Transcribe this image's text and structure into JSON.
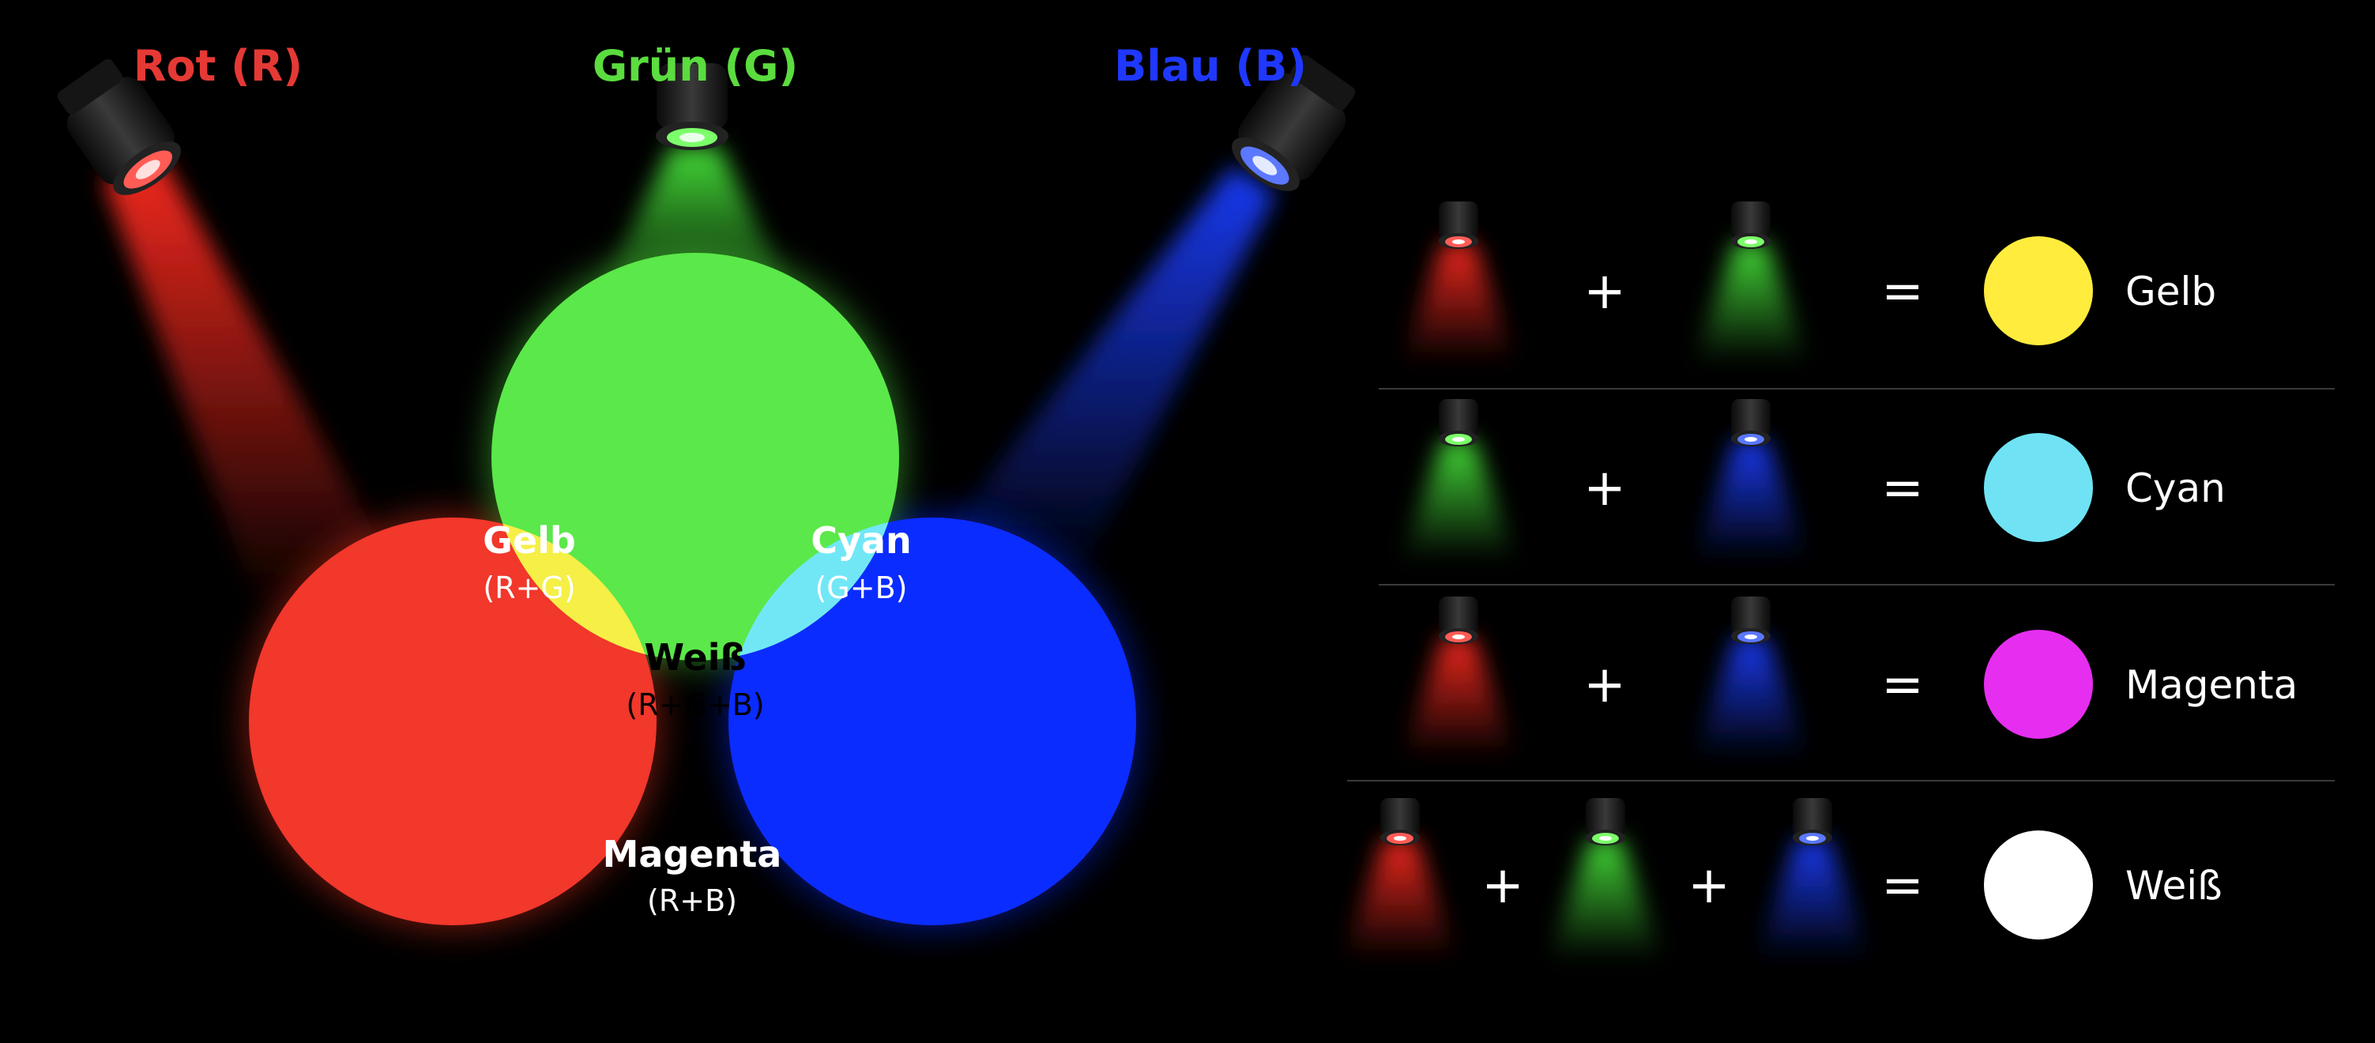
{
  "titles": [
    {
      "label": "Rot (R)",
      "color": "#e53935"
    },
    {
      "label": "Grün (G)",
      "color": "#5bdc3f"
    },
    {
      "label": "Blau (B)",
      "color": "#1f38ff"
    }
  ],
  "regions": {
    "yellow": {
      "name": "Gelb",
      "formula": "(R+G)"
    },
    "cyan": {
      "name": "Cyan",
      "formula": "(G+B)"
    },
    "white": {
      "name": "Weiß",
      "formula": "(R+G+B)"
    },
    "magenta": {
      "name": "Magenta",
      "formula": "(R+B)"
    }
  },
  "equations": [
    {
      "inputs": [
        "red",
        "green"
      ],
      "plus": "+",
      "equals": "=",
      "result": "Gelb",
      "result_color": "#ffec3d"
    },
    {
      "inputs": [
        "green",
        "blue"
      ],
      "plus": "+",
      "equals": "=",
      "result": "Cyan",
      "result_color": "#6fe3f4"
    },
    {
      "inputs": [
        "red",
        "blue"
      ],
      "plus": "+",
      "equals": "=",
      "result": "Magenta",
      "result_color": "#e62ef0"
    },
    {
      "inputs": [
        "red",
        "green",
        "blue"
      ],
      "plus": "+",
      "equals": "=",
      "result": "Weiß",
      "result_color": "#ffffff"
    }
  ],
  "colors": {
    "red": "#f2372b",
    "green": "#5be84a",
    "blue": "#0b2cff",
    "yellow": "#f5ef46",
    "cyan": "#71e7f6",
    "magenta": "#d13ae8",
    "white": "#ffffff"
  }
}
